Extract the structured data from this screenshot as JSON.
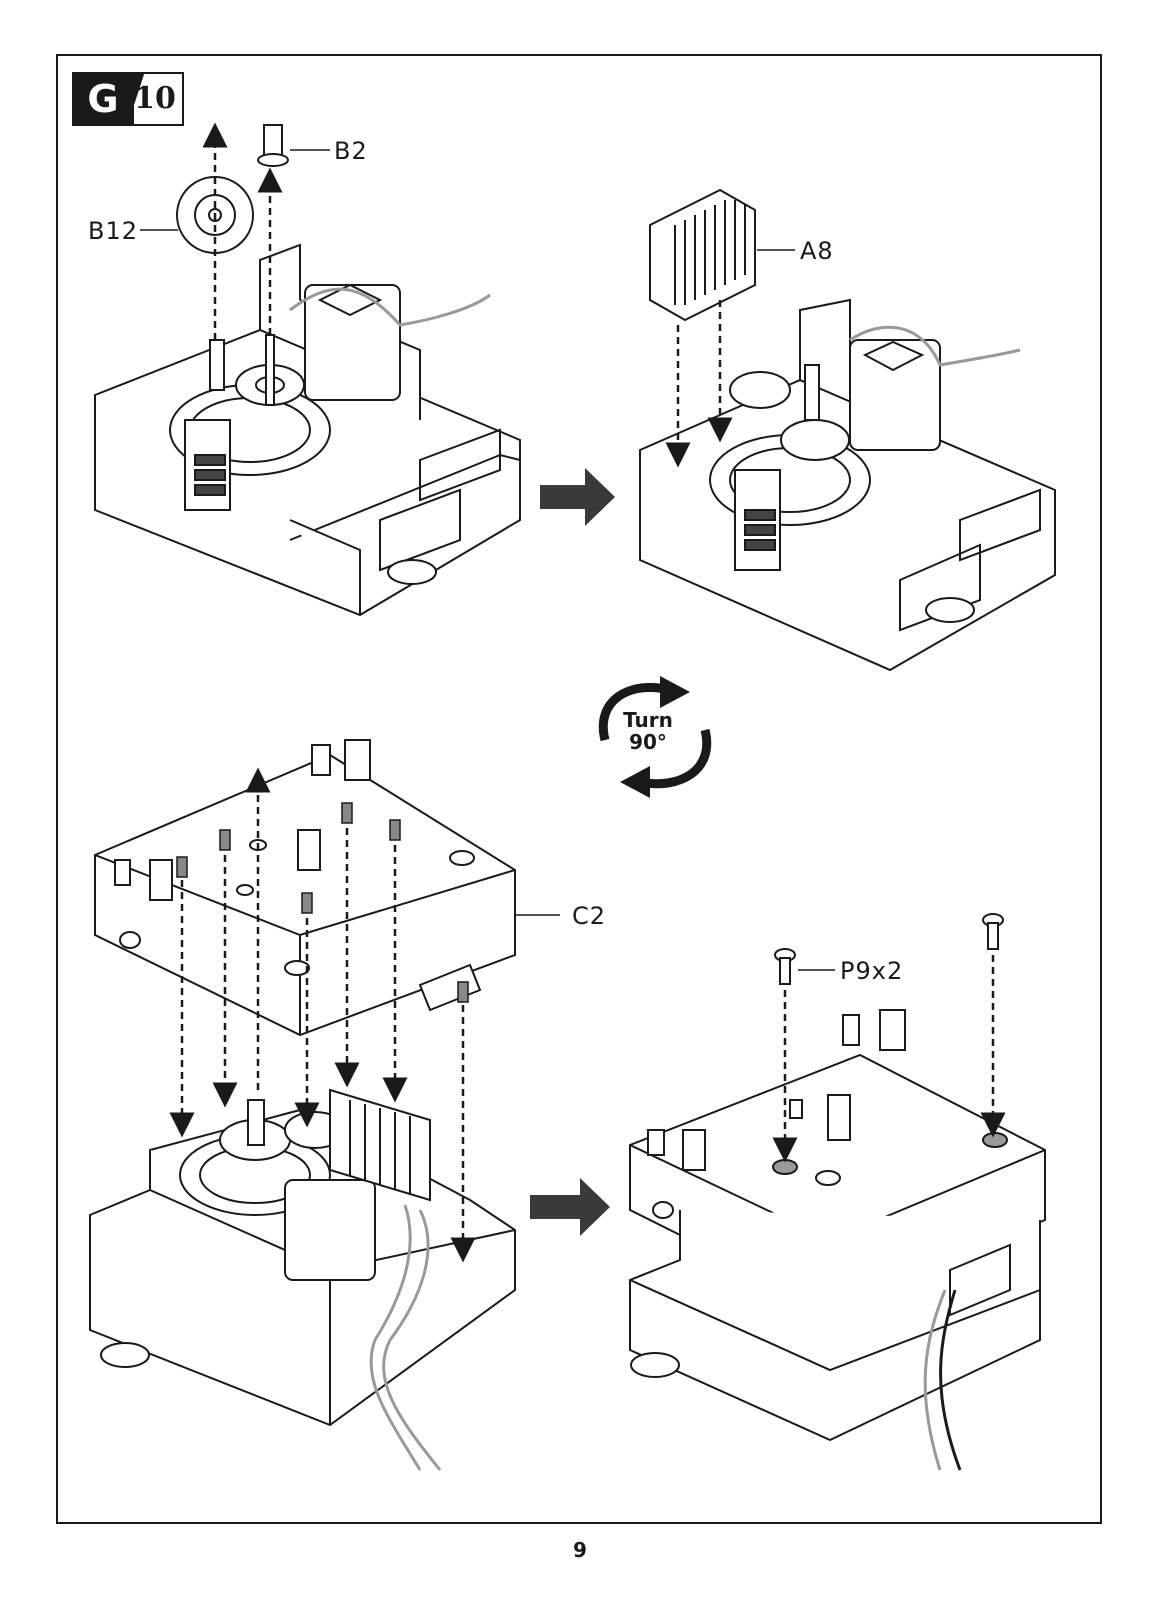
{
  "step_badge": {
    "letter": "G",
    "number": "10"
  },
  "parts": {
    "b2": "B2",
    "b12": "B12",
    "a8": "A8",
    "c2": "C2",
    "p9": "P9x2"
  },
  "turn": {
    "line1": "Turn",
    "line2": "90°"
  },
  "page_number": "9",
  "colors": {
    "line": "#1a1a1a",
    "fill": "#ffffff",
    "arrow": "#3a3a3a",
    "screw_hole": "#9a9a9a"
  }
}
